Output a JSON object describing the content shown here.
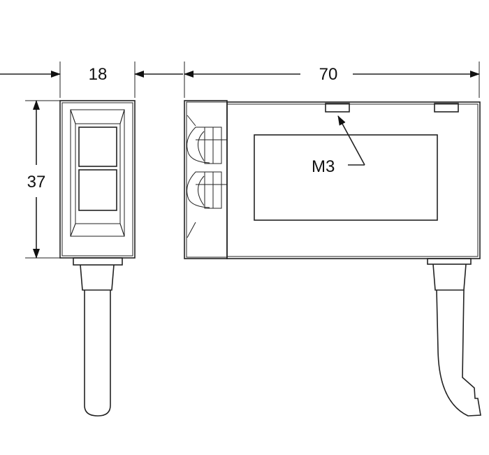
{
  "dimensions": {
    "width_label": "18",
    "length_label": "70",
    "height_label": "37"
  },
  "callout": {
    "label": "M3"
  },
  "colors": {
    "line": "#222222",
    "background": "#ffffff"
  }
}
